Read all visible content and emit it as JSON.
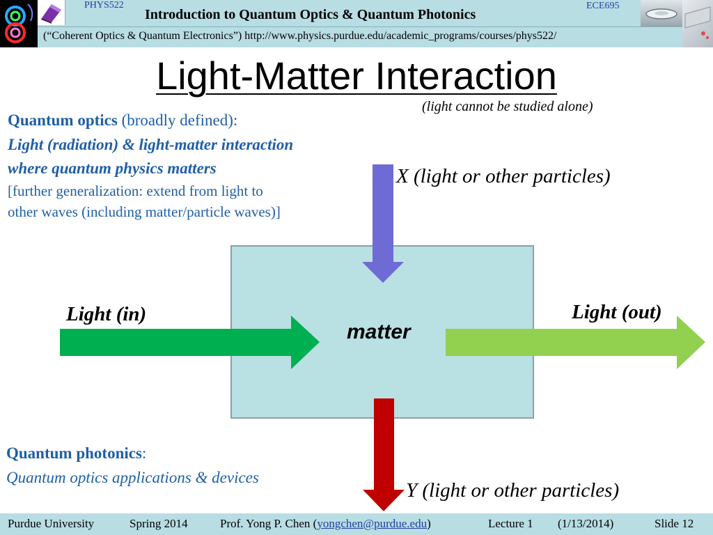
{
  "header": {
    "course_left": "PHYS522",
    "course_right": "ECE695",
    "title": "Introduction to Quantum Optics & Quantum Photonics",
    "subtitle": "(“Coherent Optics & Quantum Electronics”) http://www.physics.purdue.edu/academic_programs/courses/phys522/"
  },
  "slide": {
    "title": "Light-Matter Interaction",
    "note": "(light cannot be studied alone)"
  },
  "quantum_optics": {
    "term": "Quantum optics",
    "term_suffix": " (broadly defined):",
    "line2": "Light (radiation) & light-matter interaction",
    "line3": "where quantum physics matters",
    "line4": "[further generalization: extend from light to",
    "line5": "other waves (including matter/particle waves)]"
  },
  "diagram": {
    "matter": "matter",
    "x_label": "X (light or other particles)",
    "light_in": "Light (in)",
    "light_out": "Light (out)",
    "y_label": "Y (light or other particles)",
    "colors": {
      "x_arrow": "#6e6bd4",
      "light_in_arrow": "#00b050",
      "light_out_arrow": "#92d050",
      "y_arrow": "#c00000",
      "matter_fill": "#b9e0e3"
    }
  },
  "quantum_photonics": {
    "term": "Quantum photonics",
    "term_suffix": ":",
    "line2": "Quantum optics applications & devices"
  },
  "footer": {
    "university": "Purdue University",
    "term": "Spring 2014",
    "professor": "Prof. Yong P. Chen (",
    "email": "yongchen@purdue.edu",
    "professor_close": ")",
    "lecture": "Lecture 1",
    "date": "(1/13/2014)",
    "slide_number": "Slide 12"
  },
  "icons": [
    "logo-rings-icon",
    "book-icon",
    "microdisk-icon",
    "device-icon"
  ]
}
